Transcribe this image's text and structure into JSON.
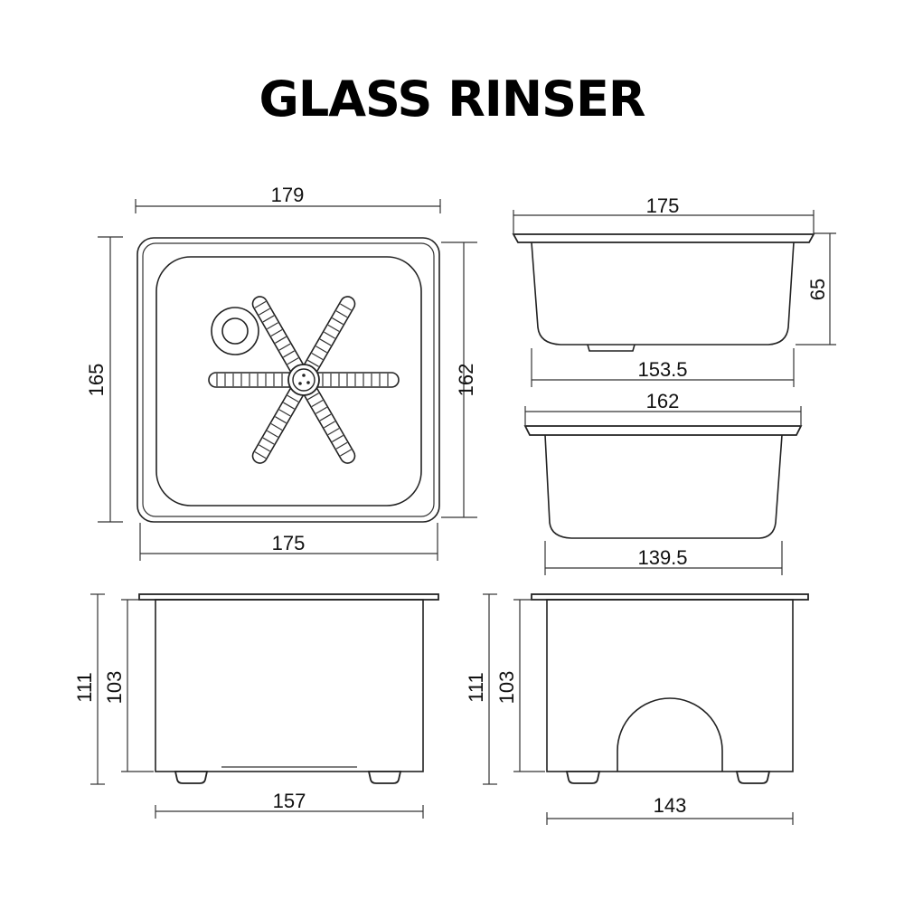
{
  "title": "GLASS RINSER",
  "colors": {
    "line": "#222222",
    "text": "#000000",
    "background": "#ffffff"
  },
  "top_view": {
    "width_outer": "179",
    "height_outer": "165",
    "height_inner": "162",
    "width_inner": "175"
  },
  "side_view_a": {
    "width_top": "175",
    "height": "65",
    "width_bottom": "153.5"
  },
  "side_view_b": {
    "width_top": "162",
    "width_bottom": "139.5"
  },
  "front_view_a": {
    "height_total": "111",
    "height_body": "103",
    "width_body": "157"
  },
  "front_view_b": {
    "height_total": "111",
    "height_body": "103",
    "width_body": "143"
  }
}
